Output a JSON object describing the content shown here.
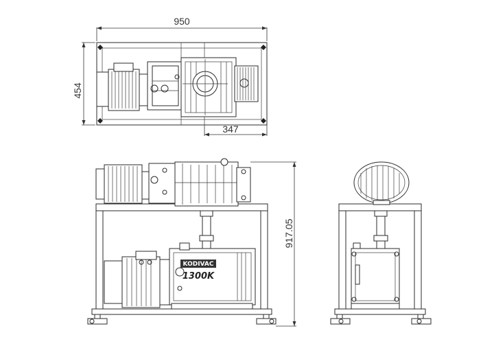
{
  "dimensions": {
    "width": "950",
    "depth": "454",
    "offset": "347",
    "height": "917.05"
  },
  "nameplate": {
    "brand": "KODIVAC",
    "model": "1300K"
  }
}
